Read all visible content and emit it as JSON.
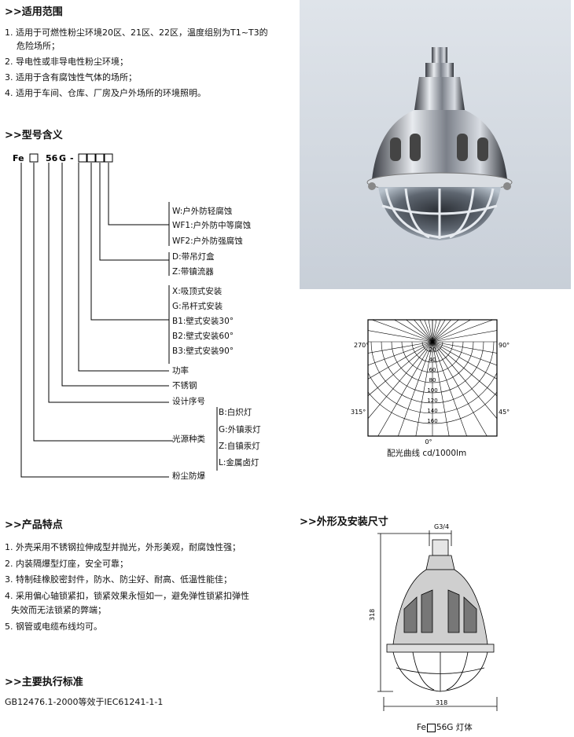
{
  "scope": {
    "heading": ">>适用范围",
    "items": [
      "1. 适用于可燃性粉尘环境20区、21区、22区，温度组别为T1~T3的",
      "危险场所；",
      "2. 导电性或非导电性粉尘环境；",
      "3. 适用于含有腐蚀性气体的场所；",
      "4. 适用于车间、仓库、厂房及户外场所的环境照明。"
    ]
  },
  "model": {
    "heading": ">>型号含义",
    "code": {
      "prefix": "Fe",
      "mid": "56",
      "g": "G",
      "dash": "-"
    },
    "w_labels": [
      "W:户外防轻腐蚀",
      "WF1:户外防中等腐蚀",
      "WF2:户外防强腐蚀"
    ],
    "d_labels": [
      "D:带吊灯盒",
      "Z:带镇流器"
    ],
    "x_labels": [
      "X:吸顶式安装",
      "G:吊杆式安装",
      "B1:壁式安装30°",
      "B2:壁式安装60°",
      "B3:壁式安装90°"
    ],
    "power": "功率",
    "stainless": "不锈钢",
    "design_no": "设计序号",
    "lamp_type_label": "光源种类",
    "lamp_types": [
      "B:白炽灯",
      "G:外镇汞灯",
      "Z:自镇汞灯",
      "L:金属卤灯"
    ],
    "explosion": "粉尘防爆"
  },
  "features": {
    "heading": ">>产品特点",
    "items": [
      "1. 外壳采用不锈钢拉伸成型并抛光，外形美观，耐腐蚀性强；",
      "2. 内装隔爆型灯座，安全可靠；",
      "3. 特制硅橡胶密封件，防水、防尘好、耐高、低温性能佳；",
      "4. 采用偏心轴锁紧扣，锁紧效果永恒如一，避免弹性锁紧扣弹性",
      "失效而无法锁紧的弊端；",
      "5. 钢管或电缆布线均可。"
    ]
  },
  "standard": {
    "heading": ">>主要执行标准",
    "text": "GB12476.1-2000等效于IEC61241-1-1"
  },
  "polar": {
    "angles": {
      "left_top": "270°",
      "right_top": "90°",
      "left_bottom": "315°",
      "right_bottom": "45°",
      "bottom": "0°"
    },
    "rings": [
      "20",
      "40",
      "60",
      "80",
      "100",
      "120",
      "140",
      "160"
    ],
    "caption": "配光曲线 cd/1000lm"
  },
  "dimensions": {
    "heading": ">>外形及安装尺寸",
    "thread": "G3/4",
    "height": "318",
    "width": "318",
    "caption_prefix": "Fe",
    "caption_suffix": "56G 灯体"
  }
}
